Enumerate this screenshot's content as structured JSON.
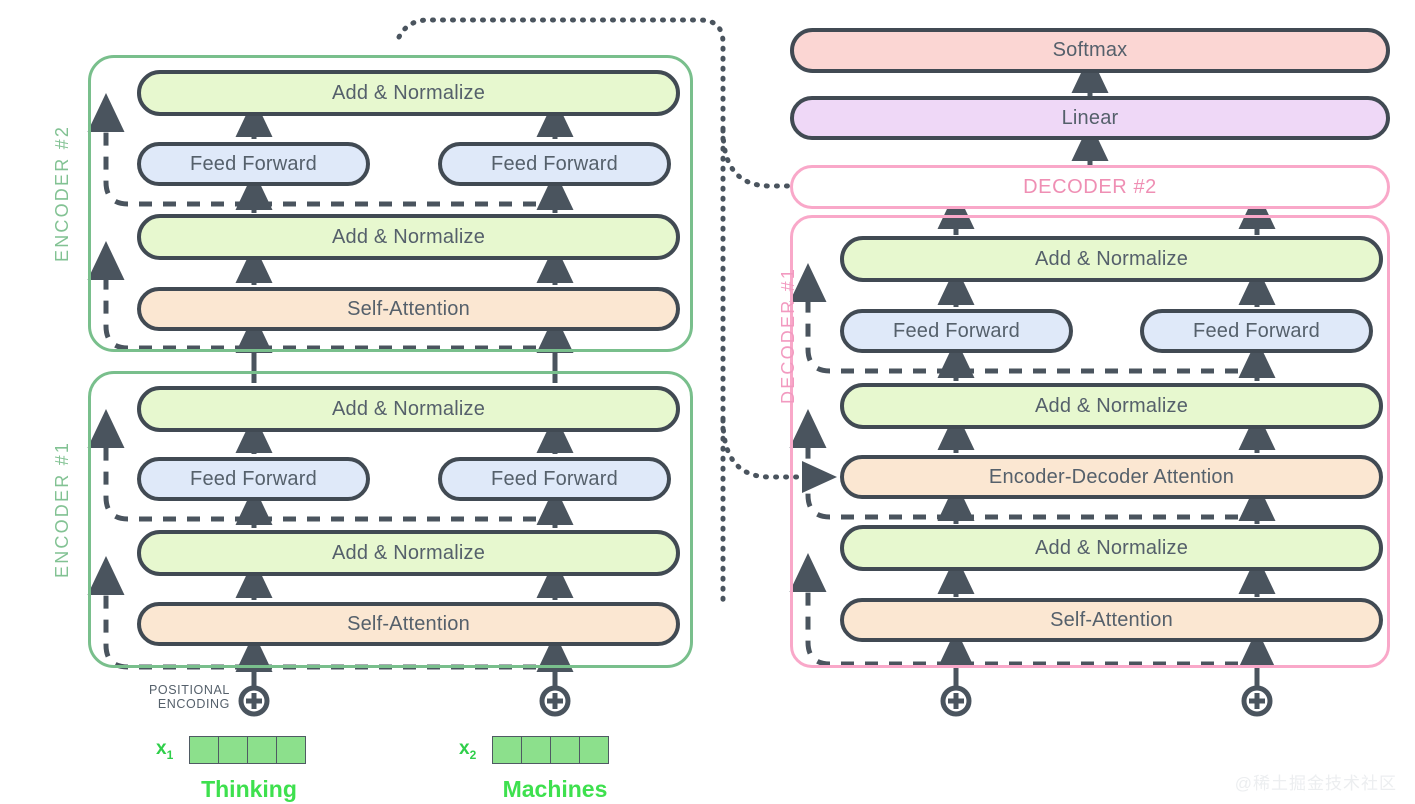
{
  "diagram": {
    "title": "Transformer encoder-decoder architecture",
    "background": "#ffffff"
  },
  "colors": {
    "add_norm": "#e7f8cf",
    "feed_forward": "#dfe9f9",
    "attention": "#fbe7d2",
    "softmax": "#fbd6d3",
    "linear": "#efd8f7",
    "encoder_border": "#79bf8c",
    "decoder_border": "#f9a8c9",
    "node_border": "#414a53",
    "text": "#55606b",
    "embedding_green": "#8ce08c",
    "word_green": "#3ee04e"
  },
  "encoder": {
    "stack2_label": "ENCODER #2",
    "stack1_label": "ENCODER #1",
    "stack2": {
      "add_norm_top": "Add & Normalize",
      "feed_forward_left": "Feed Forward",
      "feed_forward_right": "Feed Forward",
      "add_norm_bottom": "Add & Normalize",
      "self_attention": "Self-Attention"
    },
    "stack1": {
      "add_norm_top": "Add & Normalize",
      "feed_forward_left": "Feed Forward",
      "feed_forward_right": "Feed Forward",
      "add_norm_bottom": "Add & Normalize",
      "self_attention": "Self-Attention"
    }
  },
  "decoder": {
    "stack2_label": "DECODER #2",
    "stack1_label": "DECODER #1",
    "stack1": {
      "add_norm_top": "Add & Normalize",
      "feed_forward_left": "Feed Forward",
      "feed_forward_right": "Feed Forward",
      "add_norm_mid": "Add & Normalize",
      "encoder_decoder_attention": "Encoder-Decoder Attention",
      "add_norm_bottom": "Add & Normalize",
      "self_attention": "Self-Attention"
    }
  },
  "output_head": {
    "softmax": "Softmax",
    "linear": "Linear"
  },
  "inputs": {
    "positional_encoding_line1": "POSITIONAL",
    "positional_encoding_line2": "ENCODING",
    "plus_symbol": "+",
    "tokens": [
      {
        "x_label": "x",
        "x_sub": "1",
        "word": "Thinking",
        "cells": 4
      },
      {
        "x_label": "x",
        "x_sub": "2",
        "word": "Machines",
        "cells": 4
      }
    ]
  },
  "watermark": "@稀土掘金技术社区"
}
